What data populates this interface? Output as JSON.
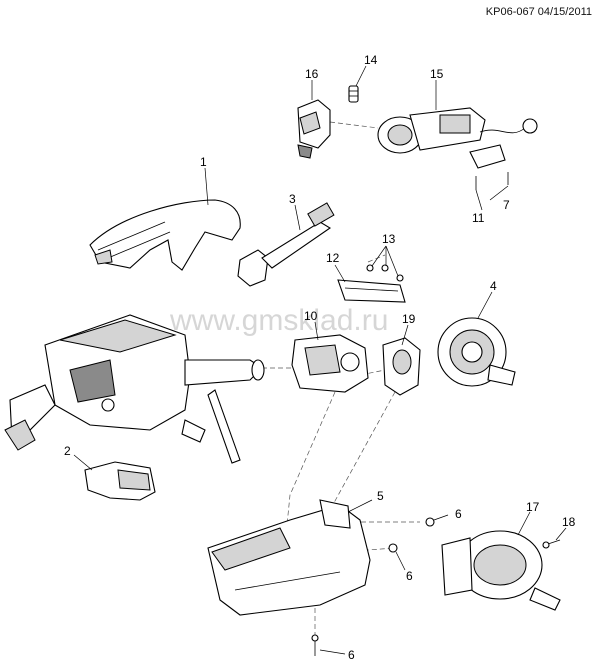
{
  "header": {
    "ref": "KP06-067 04/15/2011"
  },
  "watermark": {
    "text": "www.gmsklad.ru"
  },
  "callouts": [
    {
      "id": "c1",
      "label": "1"
    },
    {
      "id": "c2",
      "label": "2"
    },
    {
      "id": "c3",
      "label": "3"
    },
    {
      "id": "c4",
      "label": "4"
    },
    {
      "id": "c5",
      "label": "5"
    },
    {
      "id": "c6a",
      "label": "6"
    },
    {
      "id": "c6b",
      "label": "6"
    },
    {
      "id": "c6c",
      "label": "6"
    },
    {
      "id": "c7",
      "label": "7"
    },
    {
      "id": "c10",
      "label": "10"
    },
    {
      "id": "c11",
      "label": "11"
    },
    {
      "id": "c12",
      "label": "12"
    },
    {
      "id": "c13",
      "label": "13"
    },
    {
      "id": "c14",
      "label": "14"
    },
    {
      "id": "c15",
      "label": "15"
    },
    {
      "id": "c16",
      "label": "16"
    },
    {
      "id": "c17",
      "label": "17"
    },
    {
      "id": "c18",
      "label": "18"
    },
    {
      "id": "c19",
      "label": "19"
    }
  ]
}
